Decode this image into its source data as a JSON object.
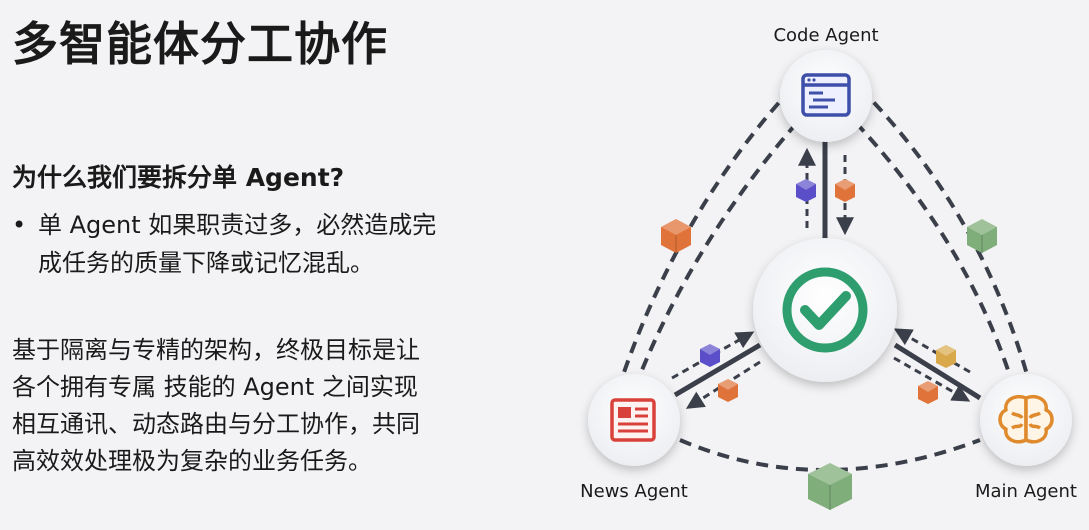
{
  "title": "多智能体分工协作",
  "question": "为什么我们要拆分单 Agent?",
  "bullet": {
    "marker": "•",
    "lines": [
      "单 Agent 如果职责过多，必然造成完",
      "成任务的质量下降或记忆混乱。"
    ]
  },
  "paragraph": {
    "lines": [
      "基于隔离与专精的架构，终极目标是让",
      "各个拥有专属  技能的 Agent 之间实现",
      "相互通讯、动态路由与分工协作，共同",
      "高效效处理极为复杂的业务任务。"
    ]
  },
  "agents": {
    "code": {
      "label": "Code Agent",
      "icon": "code-window-icon",
      "color": "#3d4fa8"
    },
    "news": {
      "label": "News Agent",
      "icon": "newspaper-icon",
      "color": "#d9423a"
    },
    "main": {
      "label": "Main Agent",
      "icon": "brain-icon",
      "color": "#e08a2e"
    },
    "hub": {
      "icon": "checkmark-icon",
      "color": "#2e9e6e"
    }
  },
  "colors": {
    "package_blue": "#5a4fc9",
    "package_orange": "#e0733a",
    "package_green": "#7fae7a",
    "package_yellow": "#d8a84a",
    "connector": "#3a3f4a"
  }
}
